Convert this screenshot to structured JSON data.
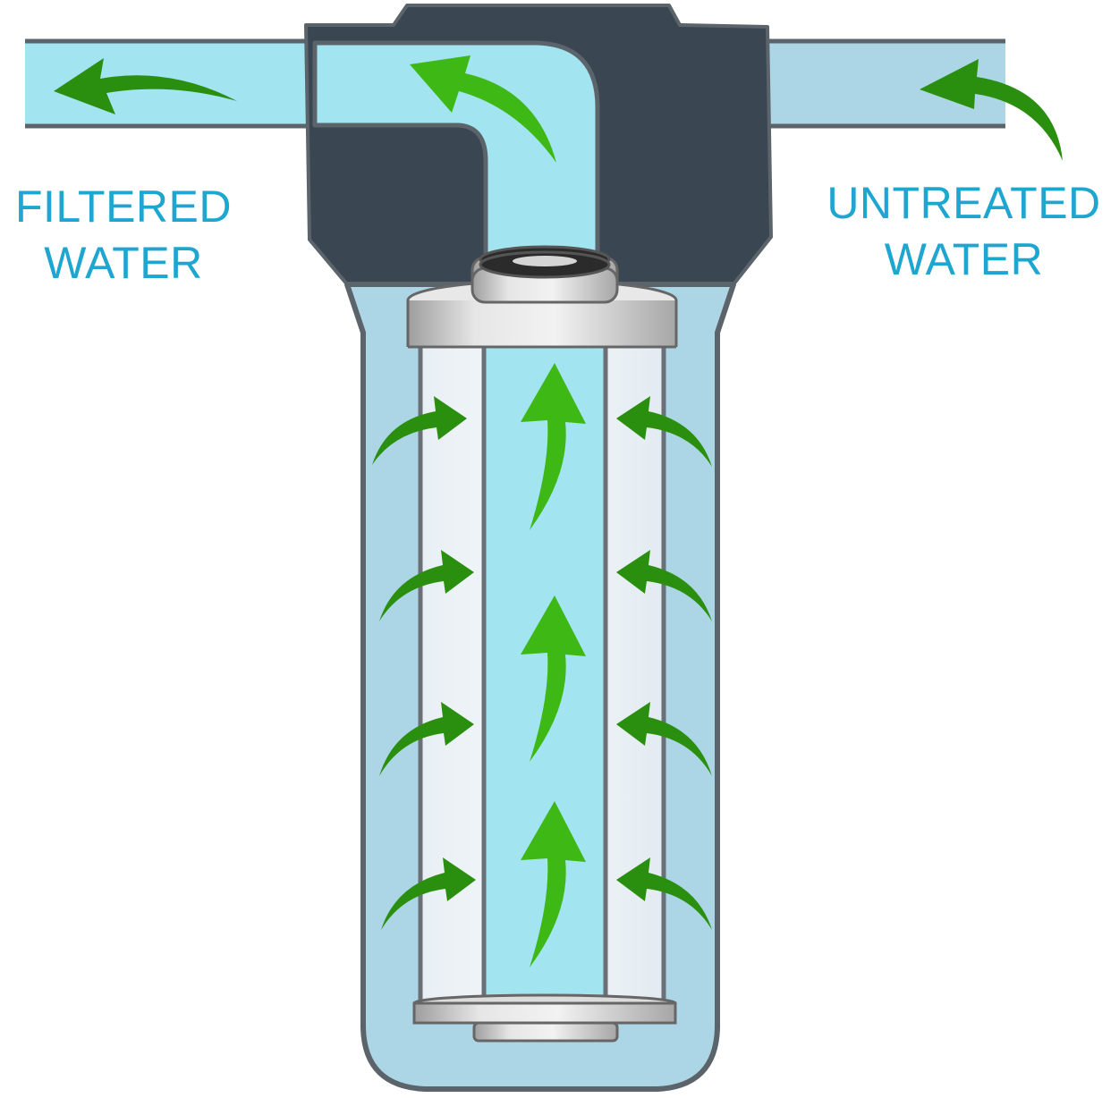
{
  "labels": {
    "outlet_line1": "FILTERED",
    "outlet_line2": "WATER",
    "inlet_line1": "UNTREATED",
    "inlet_line2": "WATER"
  },
  "colors": {
    "label_text": "#1fa6d0",
    "water": "#a3e4f1",
    "housing_water": "#acd6e5",
    "housing_outline": "#5c646b",
    "head": "#3a4651",
    "filter_media": "#edf3f7",
    "cartridge_cap": "#dcdcdc",
    "arrow_green": "#3db814",
    "arrow_dark_green": "#2a8f0f"
  },
  "icons": {
    "flow_arrow": "curved-arrow-icon",
    "center_arrow": "up-arrow-icon"
  }
}
